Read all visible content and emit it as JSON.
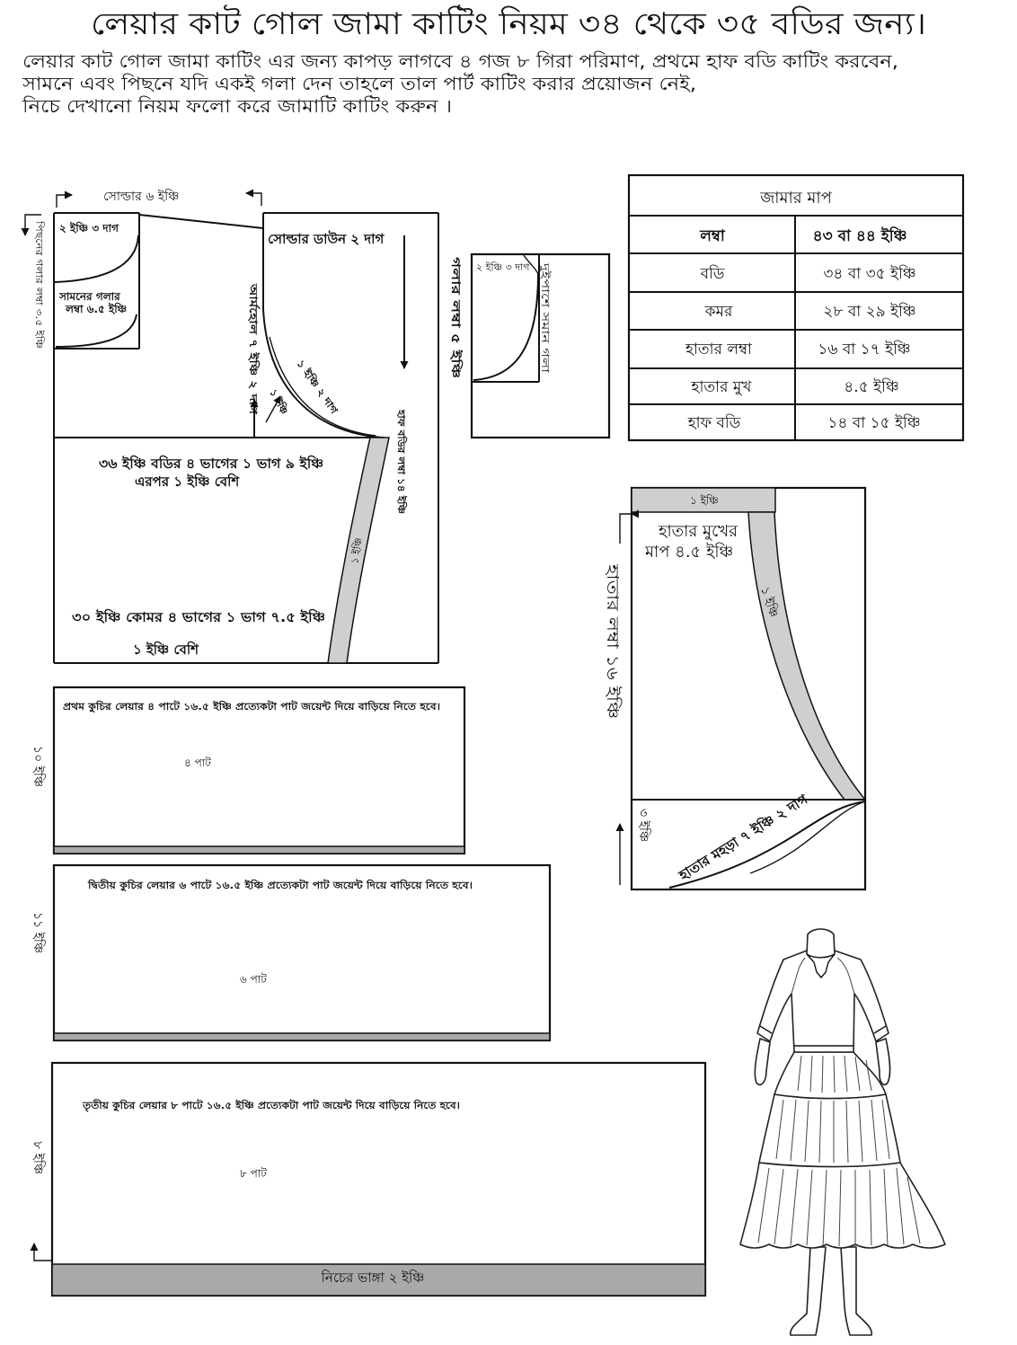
{
  "title": "লেয়ার কাট গোল জামা কাটিং নিয়ম ৩৪ থেকে ৩৫ বডির জন্য।",
  "intro": [
    "লেয়ার কাট গোল জামা কাটিং এর জন্য কাপড় লাগবে ৪ গজ ৮ গিরা পরিমাণ, প্রথমে হাফ বডি কাটিং করবেন,",
    "সামনে এবং পিছনে যদি একই গলা দেন তাহলে তাল পার্ট কাটিং করার প্রয়োজন নেই,",
    "নিচে দেখানো নিয়ম ফলো করে জামাটি কাটিং করুন ।"
  ],
  "bodice": {
    "shoulder": "সোল্ডার ৬ ইঞ্চি",
    "neck_width": "২ ইঞ্চি ৩ দাগ",
    "front_neck": [
      "সামনের গলার",
      "লম্বা ৬.৫ ইঞ্চি"
    ],
    "back_neck": "পিছনের গলার লম্বা ৩.৫ ইঞ্চি",
    "shoulder_down": "সোল্ডার ডাউন ২ দাগ",
    "armhole": "আর্মহোল ৭ ইঞ্চি ২ দাগ",
    "armhole_curve": "১ ইঞ্চি ২ দাগ",
    "armhole_inset": "১ ইঞ্চি",
    "half_body_length": "হাফ বডির লম্বা ১৪ ইঞ্চি",
    "chest": [
      "৩৬ ইঞ্চি বডির ৪ ভাগের ১ ভাগ ৯ ইঞ্চি",
      "এরপর ১ ইঞ্চি বেশি"
    ],
    "side_strip": "১ ইঞ্চি",
    "waist": "৩০ ইঞ্চি কোমর ৪ ভাগের ১ ভাগ ৭.৫ ইঞ্চি",
    "waist_extra": "১ ইঞ্চি বেশি"
  },
  "neck_piece": {
    "width": "২ ইঞ্চি ৩ দাগ",
    "length": "গলার লম্বা ৫ ইঞ্চি",
    "note": "দুইপাশে সমান গলা"
  },
  "measurements": {
    "title": "জামার মাপ",
    "rows": [
      {
        "label": "লম্বা",
        "value": "৪৩ বা ৪৪ ইঞ্চি"
      },
      {
        "label": "বডি",
        "value": "৩৪ বা ৩৫ ইঞ্চি"
      },
      {
        "label": "কমর",
        "value": "২৮ বা ২৯ ইঞ্চি"
      },
      {
        "label": "হাতার লম্বা",
        "value": "১৬ বা ১৭ ইঞ্চি"
      },
      {
        "label": "হাতার মুখ",
        "value": "৪.৫ ইঞ্চি"
      },
      {
        "label": "হাফ বডি",
        "value": "১৪ বা ১৫ ইঞ্চি"
      }
    ]
  },
  "sleeve": {
    "hem_fold": "১ ইঞ্চি",
    "opening": [
      "হাতার মুখের",
      "মাপ ৪.৫ ইঞ্চি"
    ],
    "length": "হাতার লম্বা ১৬ ইঞ্চি",
    "side_strip": "১ ইঞ্চি",
    "cap_height": "৩ ইঞ্চি",
    "armhole": "হাতার মহড়া ৭ ইঞ্চি ২ দাগ"
  },
  "layers": [
    {
      "instruction": "প্রথম কুচির লেয়ার ৪ পাটে ১৬.৫ ইঞ্চি প্রত্যেকটা পাট জয়েন্ট দিয়ে বাড়িয়ে নিতে হবে।",
      "parts": "৪ পাট",
      "height": "১০ ইঞ্চি"
    },
    {
      "instruction": "দ্বিতীয় কুচির লেয়ার ৬ পাটে ১৬.৫ ইঞ্চি প্রত্যেকটা পাট জয়েন্ট দিয়ে বাড়িয়ে নিতে হবে।",
      "parts": "৬ পাট",
      "height": "১১ ইঞ্চি"
    },
    {
      "instruction": "তৃতীয় কুচির লেয়ার ৮ পাটে ১৬.৫ ইঞ্চি প্রত্যেকটা পাট জয়েন্ট দিয়ে বাড়িয়ে নিতে হবে।",
      "parts": "৮ পাট",
      "height": "৮ ইঞ্চি",
      "hem": "নিচের ভাঙ্গা ২ ইঞ্চি"
    }
  ],
  "colors": {
    "ink": "#111111",
    "strip_gray": "#cfcfcf",
    "hem_gray": "#a9a9a9"
  }
}
